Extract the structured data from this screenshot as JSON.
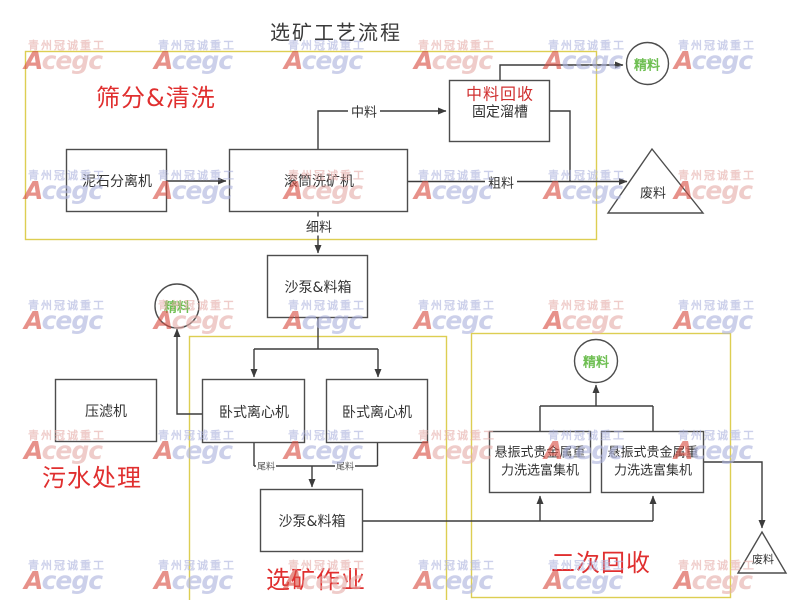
{
  "title": "选矿工艺流程",
  "watermark": {
    "company": "青州冠诚重工",
    "brand_initial": "A",
    "brand_rest": "cegc"
  },
  "regions": {
    "screening": {
      "label": "筛分&清洗"
    },
    "sewage": {
      "label": "污水处理"
    },
    "separation": {
      "label": "选矿作业"
    },
    "secondary": {
      "label": "二次回收"
    }
  },
  "nodes": {
    "mud_separator": {
      "label": "泥石分离机"
    },
    "drum_washer": {
      "label": "滚筒洗矿机"
    },
    "middling_recovery": {
      "title": "中料回收",
      "subtitle": "固定溜槽"
    },
    "sand_pump_1": {
      "label": "沙泵&料箱"
    },
    "filter_press": {
      "label": "压滤机"
    },
    "centrifuge_1": {
      "label": "卧式离心机"
    },
    "centrifuge_2": {
      "label": "卧式离心机"
    },
    "sand_pump_2": {
      "label": "沙泵&料箱"
    },
    "concentrator_1": {
      "line1": "悬振式贵金属重",
      "line2": "力洗选富集机"
    },
    "concentrator_2": {
      "line1": "悬振式贵金属重",
      "line2": "力洗选富集机"
    },
    "concentrate_1": {
      "label": "精料"
    },
    "concentrate_2": {
      "label": "精料"
    },
    "concentrate_3": {
      "label": "精料"
    },
    "waste_1": {
      "label": "废料"
    },
    "waste_2": {
      "label": "废料"
    }
  },
  "edge_labels": {
    "middling": "中料",
    "coarse": "粗料",
    "fine": "细料",
    "tailings_1": "尾料",
    "tailings_2": "尾料"
  },
  "colors": {
    "accent_red": "#e02f2f",
    "node_red": "#d03030",
    "accent_green": "#6fbf53",
    "group_border": "#ddce52",
    "box_border": "#4d4d4d",
    "line_color": "#3c3c3c",
    "watermark_blue": "#aeb4de",
    "watermark_pink": "#e6aeaa",
    "watermark_red": "#d94f43"
  }
}
